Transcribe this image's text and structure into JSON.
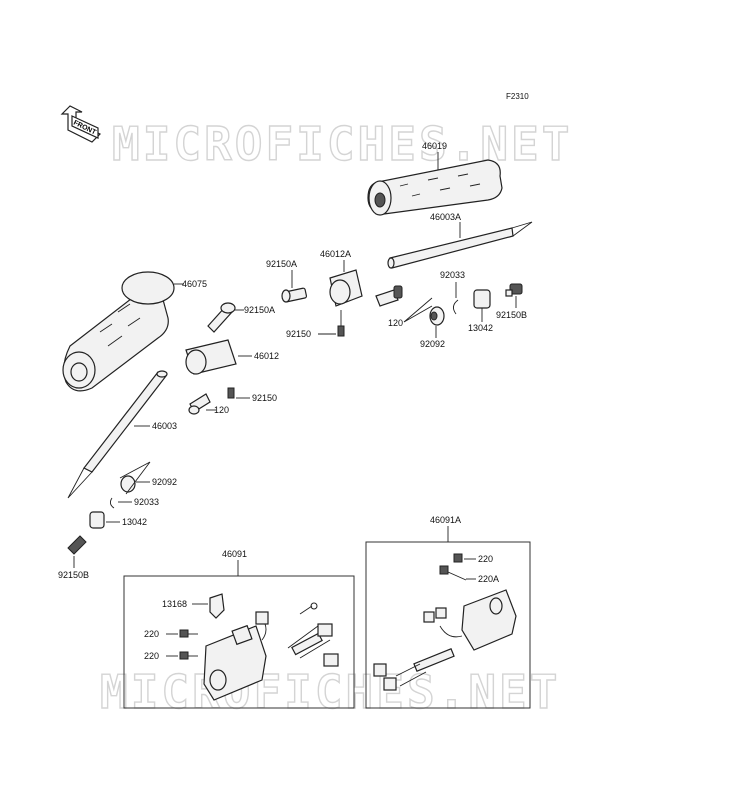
{
  "diagram_code": "F2310",
  "watermark": "MICROFICHES.NET",
  "front_arrow_label": "FRONT",
  "parts": {
    "p46019": "46019",
    "p46003A": "46003A",
    "p46012A": "46012A",
    "p92150A_1": "92150A",
    "p92150A_2": "92150A",
    "p92150_1": "92150",
    "p120_1": "120",
    "p92033_1": "92033",
    "p13042_1": "13042",
    "p92150B_1": "92150B",
    "p92092_1": "92092",
    "p46075": "46075",
    "p46012": "46012",
    "p92150_2": "92150",
    "p120_2": "120",
    "p46003": "46003",
    "p92092_2": "92092",
    "p92033_2": "92033",
    "p13042_2": "13042",
    "p92150B_2": "92150B",
    "p46091": "46091",
    "p13168": "13168",
    "p220_1": "220",
    "p220_2": "220",
    "p46091A": "46091A",
    "p220_3": "220",
    "p220A": "220A"
  }
}
